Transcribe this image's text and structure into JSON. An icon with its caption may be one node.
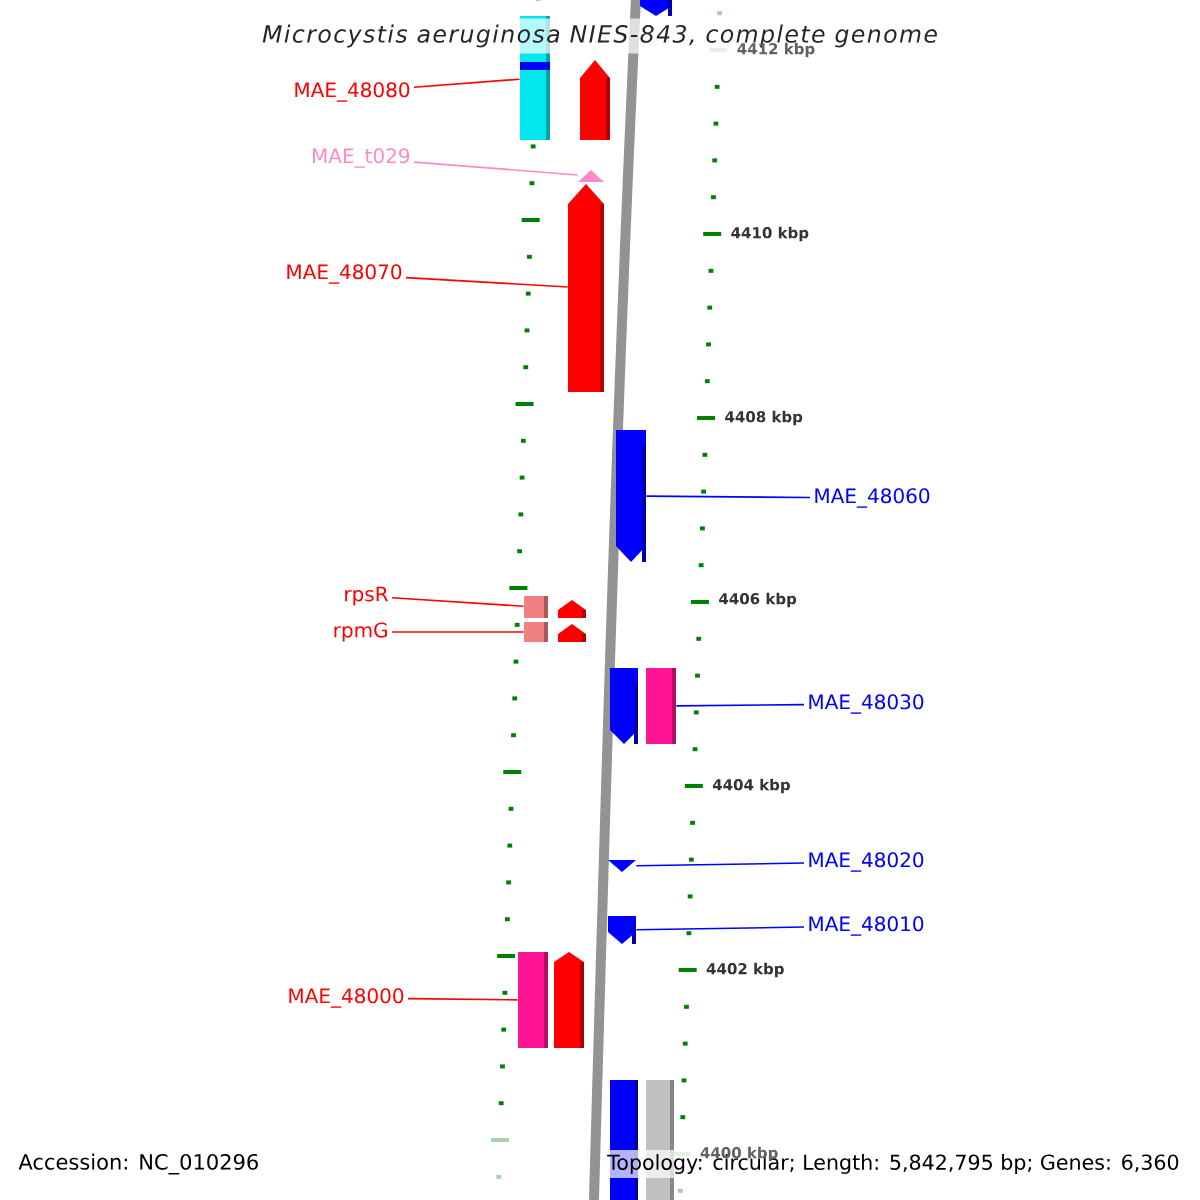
{
  "diagram": {
    "title": "Microcystis aeruginosa NIES-843, complete genome",
    "nodes": [
      {
        "text": [
          "MAE_48080"
        ]
      },
      {
        "text": [
          "MAE_t029"
        ]
      },
      {
        "text": [
          "MAE_48070"
        ]
      },
      {
        "text": [
          "MAE_48060"
        ]
      },
      {
        "text": [
          "rpsR"
        ]
      },
      {
        "text": [
          "rpmG"
        ]
      },
      {
        "text": [
          "MAE_48030"
        ]
      },
      {
        "text": [
          "MAE_48020"
        ]
      },
      {
        "text": [
          "MAE_48010"
        ]
      },
      {
        "text": [
          "MAE_48000"
        ]
      },
      {
        "text": [],
        "shape": "pentagon"
      },
      {
        "text": [],
        "shape": "box"
      },
      {
        "text": [],
        "shape": "pentagon"
      },
      {
        "text": [],
        "shape": "pentagon"
      },
      {
        "text": [],
        "shape": "pentagon"
      },
      {
        "text": [],
        "shape": "pentagon"
      },
      {
        "text": [],
        "shape": "box"
      },
      {
        "text": [],
        "shape": "pentagon"
      },
      {
        "text": [],
        "shape": "box"
      },
      {
        "text": [],
        "shape": "pentagon"
      },
      {
        "text": [],
        "shape": "pentagon"
      },
      {
        "text": [],
        "shape": "box"
      },
      {
        "text": [],
        "shape": "pentagon"
      },
      {
        "text": [],
        "shape": "pentagon"
      },
      {
        "text": [],
        "shape": "box"
      },
      {
        "text": [],
        "shape": "pentagon"
      },
      {
        "text": [],
        "shape": "box"
      },
      {
        "text": [],
        "shape": "box"
      }
    ],
    "edges": [
      {
        "from": 0,
        "to": 11,
        "arrow": "none"
      },
      {
        "from": 1,
        "to": 13,
        "arrow": "none",
        "color": "#ff88c8"
      },
      {
        "from": 2,
        "to": 14,
        "arrow": "none"
      },
      {
        "from": 3,
        "to": 15,
        "arrow": "none",
        "color": "#0000ff"
      },
      {
        "from": 4,
        "to": 16,
        "arrow": "none"
      },
      {
        "from": 5,
        "to": 18,
        "arrow": "none"
      },
      {
        "from": 6,
        "to": 21,
        "arrow": "none",
        "color": "#0000ff"
      },
      {
        "from": 7,
        "to": 22,
        "arrow": "none",
        "color": "#0000ff"
      },
      {
        "from": 8,
        "to": 23,
        "arrow": "none",
        "color": "#0000ff"
      },
      {
        "from": 9,
        "to": 24,
        "arrow": "none"
      }
    ],
    "labels": [
      "4412 kbp",
      "4410 kbp",
      "4408 kbp",
      "4406 kbp",
      "4404 kbp",
      "4402 kbp",
      "4400 kbp",
      "Accession: NC_010296",
      "Topology: circular; Length: 5,842,795 bp; Genes: 6,360"
    ]
  }
}
